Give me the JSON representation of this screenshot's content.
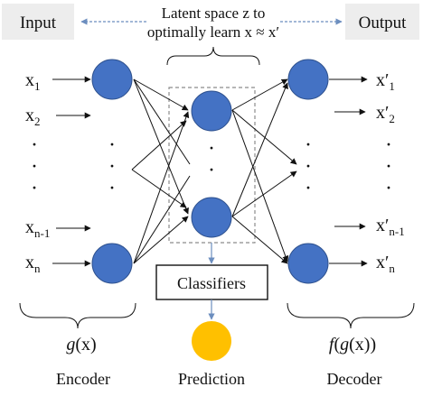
{
  "input_label": "Input",
  "output_label": "Output",
  "latent_line1": "Latent space z to",
  "latent_line2": "optimally learn x ≈ x′",
  "inputs": {
    "x1": {
      "base": "x",
      "sub": "1"
    },
    "x2": {
      "base": "x",
      "sub": "2"
    },
    "xn1": {
      "base": "x",
      "sub": "n-1"
    },
    "xn": {
      "base": "x",
      "sub": "n"
    }
  },
  "outputs": {
    "o1": {
      "base": "x′",
      "sub": "1"
    },
    "o2": {
      "base": "x′",
      "sub": "2"
    },
    "on1": {
      "base": "x′",
      "sub": "n-1"
    },
    "on": {
      "base": "x′",
      "sub": "n"
    }
  },
  "ellipsis": "·",
  "classifiers_label": "Classifiers",
  "encoder_func": {
    "g": "g",
    "rest": "(x)"
  },
  "decoder_func": {
    "f": "f",
    "open": "(",
    "g": "g",
    "rest": "(x))"
  },
  "encoder_label": "Encoder",
  "prediction_label": "Prediction",
  "decoder_label": "Decoder",
  "colors": {
    "node_fill": "#4472C4",
    "node_stroke": "#2F528F",
    "prediction_fill": "#FFC000",
    "label_box": "#EDEDED",
    "dashed_box": "#8C8C8C",
    "arrow_gray": "#6B6B6B",
    "arrow_blue": "#6C8EBF"
  }
}
